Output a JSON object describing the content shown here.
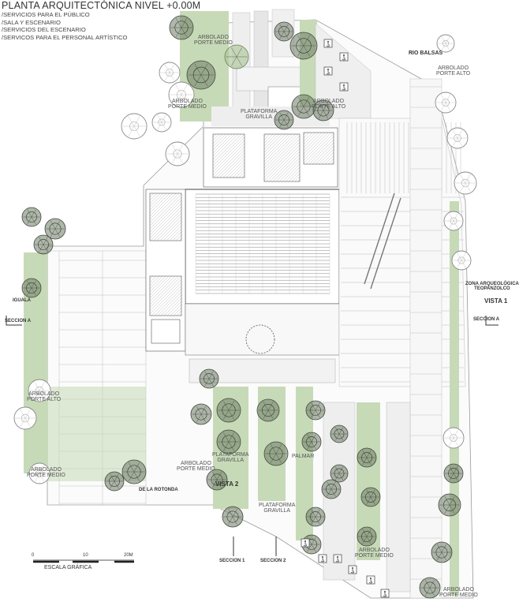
{
  "title": "PLANTA ARQUITECTÓNICA NIVEL +0.00M",
  "legend": [
    "/SERVICIOS PARA EL PÚBLICO",
    "/SALA Y ESCENARIO",
    "/SERVICIOS DEL ESCENARIO",
    "/SERVICOS PARA EL PERSONAL ARTÍSTICO"
  ],
  "labels": {
    "arbolado_porte_medio": "ARBOLADO\nPORTE MEDIO",
    "arbolado_porte_alto": "ARBOLADO\nPORTE ALTO",
    "plataforma_gravilla": "PLATAFORMA\nGRAVILLA",
    "palmar": "PALMAR",
    "rio_balsas": "RIO BALSAS",
    "zona_arqueologica": "ZONA ARQUEOLÓGICA\nTEOPANZOLCO",
    "vista_1": "VISTA 1",
    "vista_2": "VISTA 2",
    "iguala": "IGUALA",
    "seccion_a": "SECCION A",
    "seccion_1": "SECCION 1",
    "seccion_2": "SECCION 2",
    "de_la_rotonda": "DE LA ROTONDA"
  },
  "scale_bar": {
    "label": "ESCALA GRÁFICA",
    "ticks": [
      "0",
      "10",
      "20M"
    ]
  },
  "colors": {
    "green_light": "#c7dab7",
    "green_mid": "#a9c592",
    "tree_dark": "#4f5a4a",
    "line": "#9a9a9a",
    "accessible_badge": "#3c3c3c"
  },
  "icons": [
    "tree-symbol",
    "accessibility-icon",
    "north-arrow-icon"
  ]
}
